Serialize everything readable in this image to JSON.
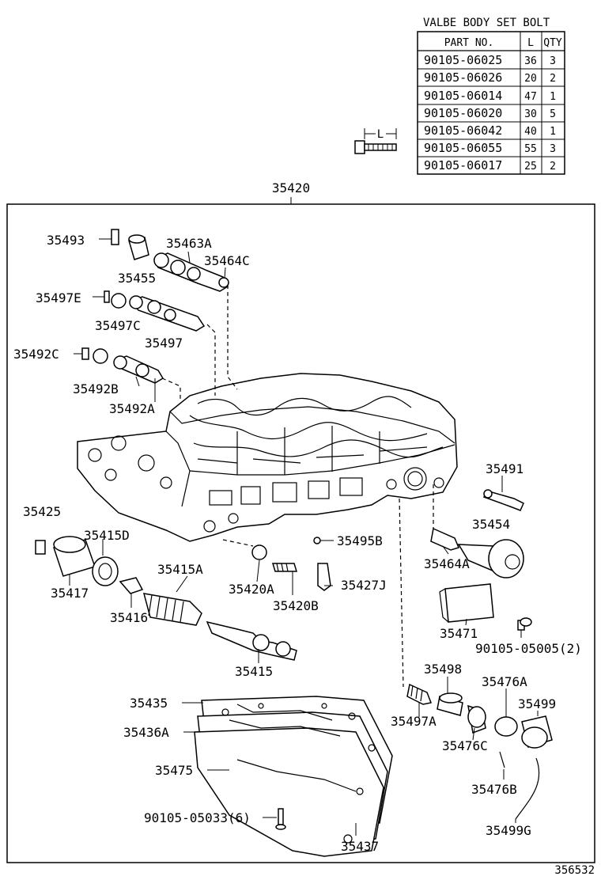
{
  "bolt_table": {
    "title": "VALBE BODY SET BOLT",
    "headers": {
      "part_no": "PART NO.",
      "l": "L",
      "qty": "QTY"
    },
    "rows": [
      {
        "part_no": "90105-06025",
        "l": "36",
        "qty": "3"
      },
      {
        "part_no": "90105-06026",
        "l": "20",
        "qty": "2"
      },
      {
        "part_no": "90105-06014",
        "l": "47",
        "qty": "1"
      },
      {
        "part_no": "90105-06020",
        "l": "30",
        "qty": "5"
      },
      {
        "part_no": "90105-06042",
        "l": "40",
        "qty": "1"
      },
      {
        "part_no": "90105-06055",
        "l": "55",
        "qty": "3"
      },
      {
        "part_no": "90105-06017",
        "l": "25",
        "qty": "2"
      }
    ],
    "bolt_dim_label": "L"
  },
  "assembly_label": "35420",
  "labels": {
    "p35493": "35493",
    "p35455": "35455",
    "p35463A": "35463A",
    "p35464C": "35464C",
    "p35497E": "35497E",
    "p35497C": "35497C",
    "p35497": "35497",
    "p35492C": "35492C",
    "p35492B": "35492B",
    "p35492A": "35492A",
    "p35491": "35491",
    "p35454": "35454",
    "p35464A": "35464A",
    "p35425": "35425",
    "p35415D": "35415D",
    "p35417": "35417",
    "p35415A": "35415A",
    "p35416": "35416",
    "p35415": "35415",
    "p35495B": "35495B",
    "p35420A": "35420A",
    "p35427J": "35427J",
    "p35420B": "35420B",
    "p35471": "35471",
    "p90105_05005": "90105-05005(2)",
    "p35498": "35498",
    "p35476A": "35476A",
    "p35499": "35499",
    "p35497A": "35497A",
    "p35476C": "35476C",
    "p35476B": "35476B",
    "p35499G": "35499G",
    "p35435": "35435",
    "p35436A": "35436A",
    "p35475": "35475",
    "p90105_05033": "90105-05033(6)",
    "p35437": "35437"
  },
  "figure_code": "356532"
}
